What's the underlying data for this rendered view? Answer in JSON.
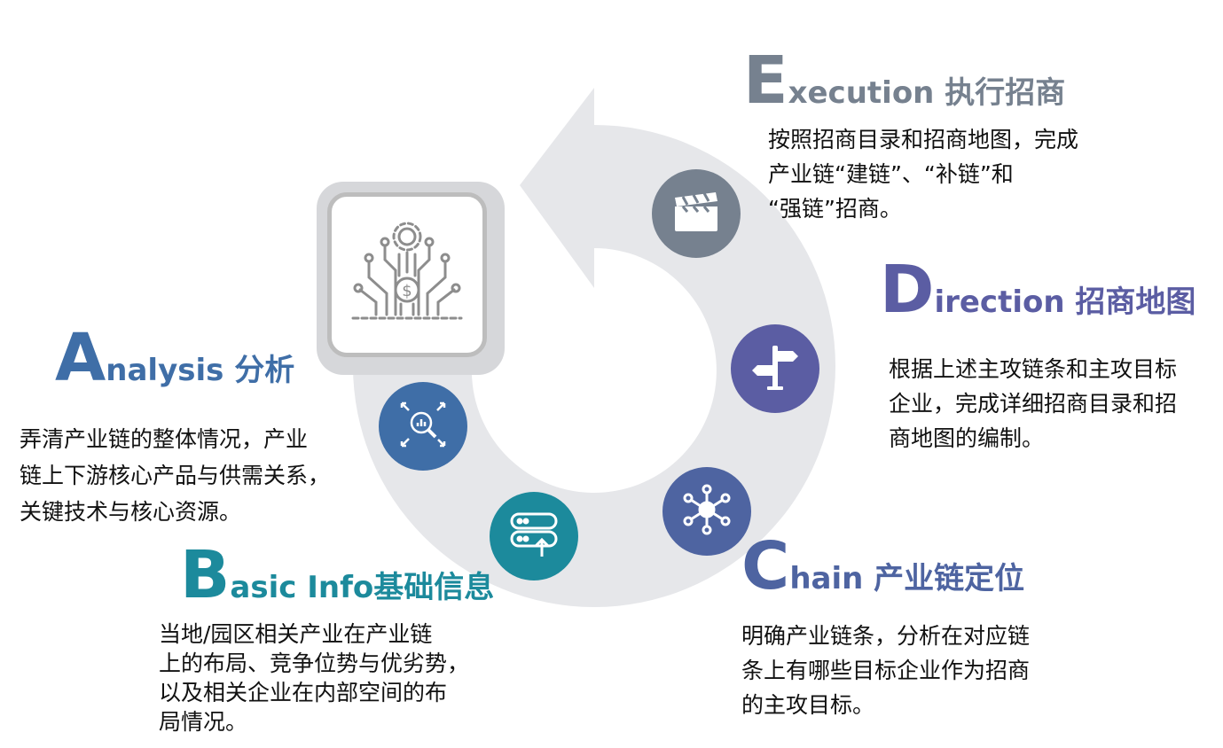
{
  "colors": {
    "ring": "#e6e7ea",
    "execution": "#76818f",
    "direction": "#5b5da3",
    "chain": "#4e64a1",
    "basic": "#1c8a9c",
    "analysis": "#3f6ea7",
    "center_icon": "#8d8d8d"
  },
  "center_icon": "finance-circuit-icon",
  "steps": {
    "execution": {
      "initial": "E",
      "rest": "xecution 执行招商",
      "icon": "clapperboard-icon",
      "lines": [
        "按照招商目录和招商地图，完成",
        "产业链“建链”、“补链”和",
        "“强链”招商。"
      ]
    },
    "direction": {
      "initial": "D",
      "rest": "irection 招商地图",
      "icon": "signpost-icon",
      "lines": [
        "根据上述主攻链条和主攻目标",
        "企业，完成详细招商目录和招",
        "商地图的编制。"
      ]
    },
    "chain": {
      "initial": "C",
      "rest": "hain 产业链定位",
      "icon": "network-nodes-icon",
      "lines": [
        "明确产业链条，分析在对应链",
        "条上有哪些目标企业作为招商",
        "的主攻目标。"
      ]
    },
    "basic": {
      "initial": "B",
      "rest": "asic Info基础信息",
      "icon": "server-upload-icon",
      "lines": [
        "当地/园区相关产业在产业链",
        "上的布局、竞争位势与优劣势，",
        "以及相关企业在内部空间的布",
        "局情况。"
      ]
    },
    "analysis": {
      "initial": "A",
      "rest": "nalysis 分析",
      "icon": "magnifier-chart-icon",
      "lines": [
        "弄清产业链的整体情况，产业",
        "链上下游核心产品与供需关系，",
        "关键技术与核心资源。"
      ]
    }
  }
}
